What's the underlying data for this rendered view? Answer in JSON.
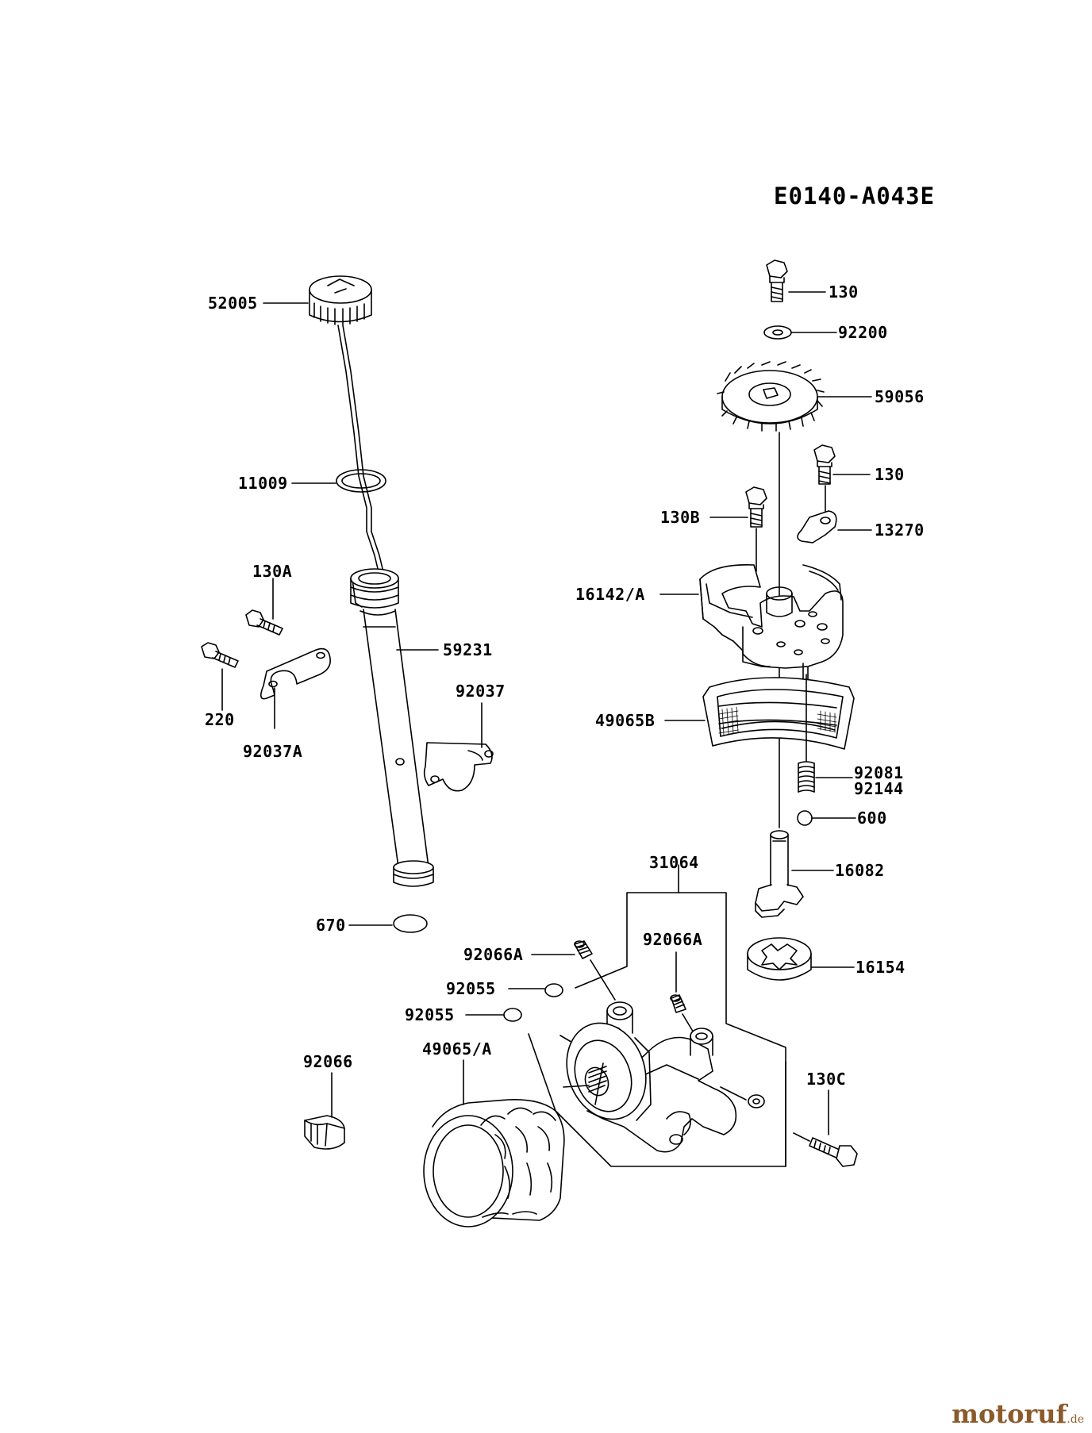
{
  "drawing_code": "E0140-A043E",
  "watermark": {
    "brand": "motoruf",
    "suffix": ".de"
  },
  "parts": {
    "p52005": "52005",
    "p11009": "11009",
    "p130A": "130A",
    "p220": "220",
    "p92037A": "92037A",
    "p59231": "59231",
    "p92037": "92037",
    "p670": "670",
    "p130_top": "130",
    "p92200": "92200",
    "p59056": "59056",
    "p130_mid": "130",
    "p130B": "130B",
    "p13270": "13270",
    "p16142A": "16142/A",
    "p49065B": "49065B",
    "p92081": "92081",
    "p92144": "92144",
    "p600": "600",
    "p31064": "31064",
    "p16082": "16082",
    "p92066A_left": "92066A",
    "p92066A_right": "92066A",
    "p16154": "16154",
    "p92055_a": "92055",
    "p92055_b": "92055",
    "p92066": "92066",
    "p49065A": "49065/A",
    "p130C": "130C"
  }
}
